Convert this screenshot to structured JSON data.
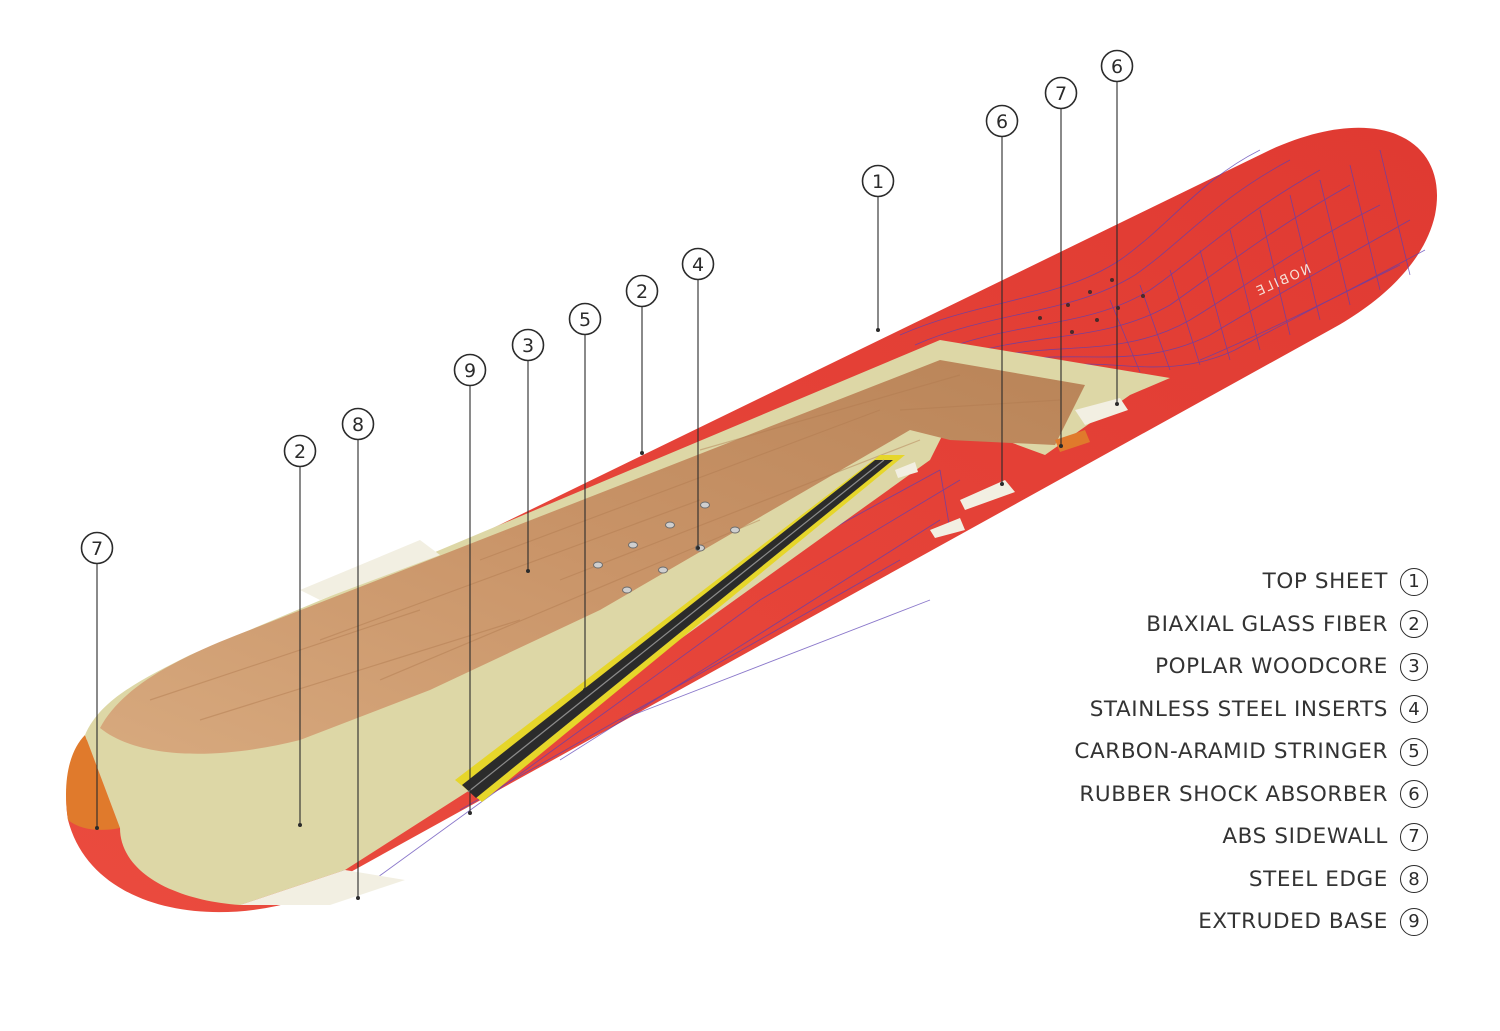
{
  "brand_mark": "NOBILE",
  "legend": [
    {
      "label": "TOP SHEET",
      "num": "1"
    },
    {
      "label": "BIAXIAL GLASS FIBER",
      "num": "2"
    },
    {
      "label": "POPLAR WOODCORE",
      "num": "3"
    },
    {
      "label": "STAINLESS STEEL INSERTS",
      "num": "4"
    },
    {
      "label": "CARBON-ARAMID STRINGER",
      "num": "5"
    },
    {
      "label": "RUBBER SHOCK ABSORBER",
      "num": "6"
    },
    {
      "label": "ABS SIDEWALL",
      "num": "7"
    },
    {
      "label": "STEEL EDGE",
      "num": "8"
    },
    {
      "label": "EXTRUDED BASE",
      "num": "9"
    }
  ],
  "callouts": [
    "7",
    "2",
    "8",
    "9",
    "3",
    "5",
    "2",
    "4",
    "1",
    "6",
    "7",
    "6"
  ],
  "colors": {
    "topsheet": "#e8443a",
    "glassfiber": "#ddd7a6",
    "woodcore": "#c9966c",
    "stringer": "#2b2b2b",
    "stringer_edge": "#e6d62a",
    "sidewall": "#e07a2c",
    "grid_lines": "#5a3fb5"
  }
}
